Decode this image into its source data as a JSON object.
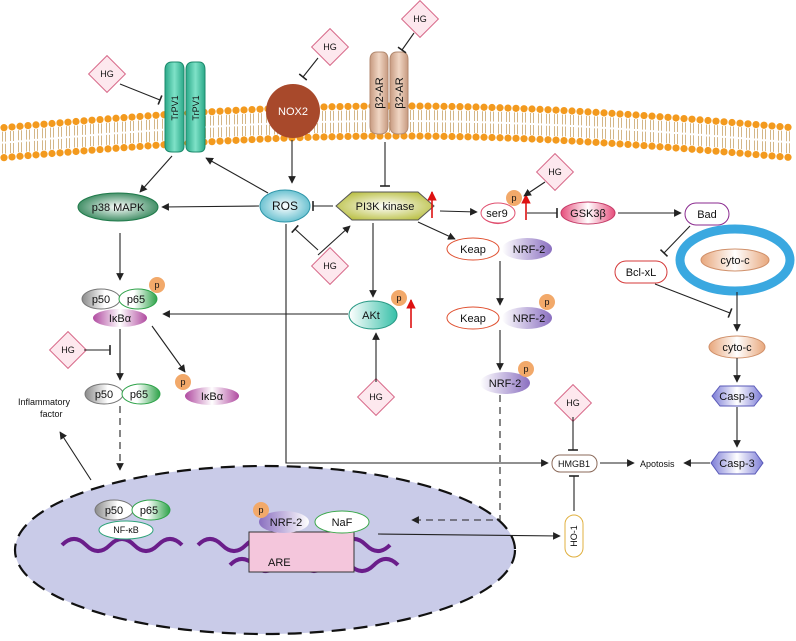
{
  "diagram": {
    "hg_label": "HG",
    "phospho_label": "p",
    "labels": {
      "trpv1": "TrPV1",
      "nox2": "NOX2",
      "b2ar": "β2-AR",
      "p38": "p38 MAPK",
      "ros": "ROS",
      "pi3k": "PI3K kinase",
      "ser9": "ser9",
      "gsk3b": "GSK3β",
      "bad": "Bad",
      "bclxl": "Bcl-xL",
      "cytoc_mito": "cyto-c",
      "cytoc": "cyto-c",
      "casp9": "Casp-9",
      "casp3": "Casp-3",
      "apoptosis": "Apotosis",
      "hmgb1": "HMGB1",
      "ho1": "HO-1",
      "keap": "Keap",
      "nrf2": "NRF-2",
      "akt": "AKt",
      "p50": "p50",
      "p65": "p65",
      "ikba": "IκBα",
      "inflammatory_line1": "Inflammatory",
      "inflammatory_line2": "factor",
      "nfkb": "NF-κB",
      "naf": "NaF",
      "are": "ARE"
    },
    "colors": {
      "membrane_head": "#f39a1e",
      "trpv1": "#3cc6a2",
      "nox2": "#a8492b",
      "b2ar": "#d9b49c",
      "p38": "#1f7a4a",
      "ros": "#4fb6c8",
      "pi3k": "#b7bd3c",
      "gsk3b": "#e64d7b",
      "bad": "#8a2a8f",
      "mito": "#3aa8e0",
      "cytoc": "#e8a77c",
      "casp": "#7c7cd6",
      "hmgb1": "#8b6a5a",
      "ho1": "#e0b040",
      "keap": "#e05030",
      "nrf2": "#8a6fc0",
      "phospho": "#f2a96a",
      "nucleus": "#c9cbe8",
      "dna": "#6a1d8a",
      "are": "#f4c6dc",
      "naf": "#3aa84a",
      "up_arrow": "#d11"
    }
  }
}
